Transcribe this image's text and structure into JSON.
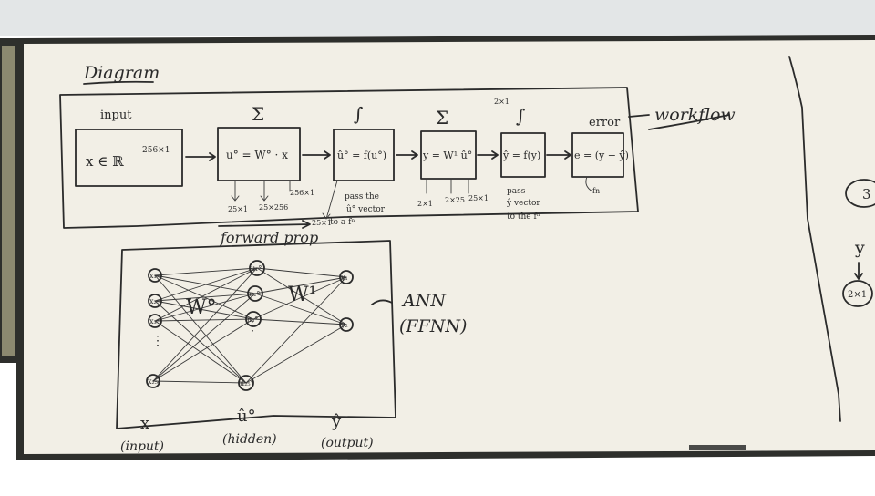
{
  "colors": {
    "wall": "#e3e6e7",
    "frame": "#2e2f2c",
    "board": "#f2efe6",
    "ink": "#2b2b2b",
    "cork": "#8c8970",
    "below": "#ffffff"
  },
  "board": {
    "title": "Diagram",
    "workflow_label": "workflow",
    "boxes": {
      "input": {
        "header": "input",
        "content": "x ∈ ℝ",
        "superscript": "256×1"
      },
      "sum1": {
        "header": "Σ",
        "content": "u° = W° · x"
      },
      "sig1": {
        "header": "∫",
        "content": "û° = f(u°)"
      },
      "sum2": {
        "header": "Σ",
        "content": "y = W¹ û°"
      },
      "sig2": {
        "header": "∫",
        "content": "ŷ = f(y)"
      },
      "error": {
        "header": "error",
        "content": "e = (y − ŷ)"
      }
    },
    "dims": {
      "d1": "256×1",
      "d2": "25×1",
      "d3": "25×256",
      "d4": "256×1",
      "d5": "25×1",
      "d6": "2×1",
      "d7": "2×25",
      "d8": "25×1",
      "d9": "2×1",
      "d10": "fn"
    },
    "notes": {
      "pass_u": [
        "pass the",
        "û° vector",
        "to a fⁿ"
      ],
      "pass_y": [
        "pass",
        "ŷ vector",
        "to the fⁿ"
      ]
    },
    "forward_prop": "forward prop",
    "network": {
      "input_nodes": [
        "x₁",
        "x₂",
        "x₃",
        "x₂₅₆"
      ],
      "hidden_nodes": [
        "u₁°",
        "u₂°",
        "u₃°",
        "u₂₅°"
      ],
      "output_nodes": [
        "y₁",
        "y₂"
      ],
      "weight_in": "W°",
      "weight_out": "W¹",
      "layer_symbols": [
        "x",
        "û°",
        "ŷ"
      ],
      "layer_labels": [
        "(input)",
        "(hidden)",
        "(output)"
      ]
    },
    "ann": [
      "ANN",
      "(FFNN)"
    ],
    "right_panel": {
      "items": [
        "3",
        "y",
        "2×1"
      ]
    }
  }
}
